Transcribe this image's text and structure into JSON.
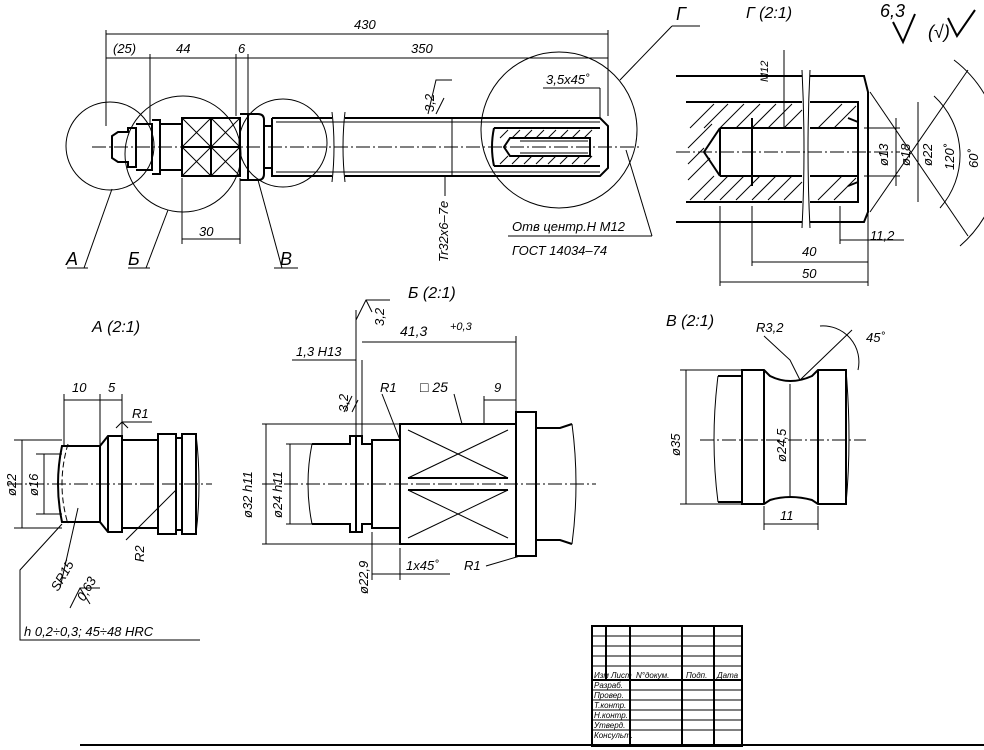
{
  "main_view": {
    "dim_overall": "430",
    "dim_25": "(25)",
    "dim_44": "44",
    "dim_6": "6",
    "dim_350": "350",
    "dim_30": "30",
    "chamfer": "3,5x45˚",
    "roughness_32": "3,2",
    "thread": "Tr32x6–7e",
    "center_hole_line1": "Отв центр.Н  М12",
    "center_hole_line2": "ГОСТ  14034–74",
    "label_A": "А",
    "label_B": "Б",
    "label_V": "В",
    "label_G": "Г"
  },
  "general_roughness": {
    "value": "6,3",
    "bracket": "(√)"
  },
  "view_G": {
    "title": "Г  (2:1)",
    "thread": "М12",
    "d13": "ø13",
    "d18": "ø18",
    "d22": "ø22",
    "angle120": "120˚",
    "angle60": "60˚",
    "dim40": "40",
    "dim50": "50",
    "dim112": "11,2"
  },
  "view_A": {
    "title": "А  (2:1)",
    "dim10": "10",
    "dim5": "5",
    "r1": "R1",
    "d22": "ø22",
    "d16": "ø16",
    "r2": "R2",
    "sr15": "SR15",
    "rough063": "0,63",
    "note": "h  0,2÷0,3;  45÷48  HRC"
  },
  "view_B": {
    "title": "Б  (2:1)",
    "rough32": "3,2",
    "dim413": "41,3",
    "tol03": "+0,3",
    "groove": "1,3 H13",
    "rough32b": "3,2",
    "r1": "R1",
    "square": "□ 25",
    "dim9": "9",
    "d32": "ø32 h11",
    "d24": "ø24 h11",
    "d229": "ø22,9",
    "chamfer": "1x45˚",
    "r1b": "R1"
  },
  "view_V": {
    "title": "В  (2:1)",
    "r32": "R3,2",
    "angle45": "45˚",
    "d35": "ø35",
    "d245": "ø24,5",
    "dim11": "11"
  },
  "title_block": {
    "row_labels": [
      "Изм Лист",
      "Разраб.",
      "Провер.",
      "Т.контр.",
      "Н.контр.",
      "Утверд.",
      "Консульт."
    ],
    "col_labels": [
      "N°докум.",
      "Подп.",
      "Дата"
    ]
  }
}
